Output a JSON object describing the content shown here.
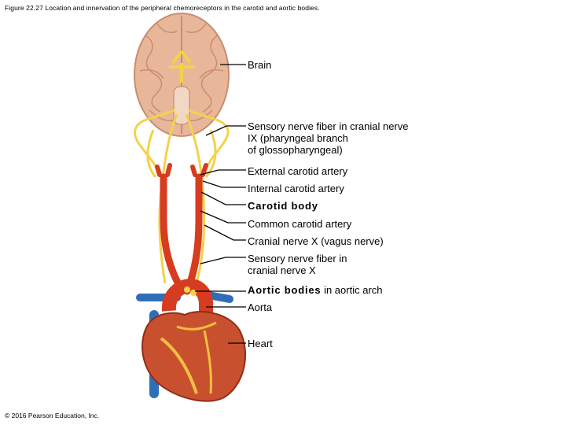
{
  "figure": {
    "caption": "Figure 22.27 Location and innervation of the peripheral chemoreceptors in the carotid and aortic bodies.",
    "copyright": "© 2016 Pearson Education, Inc."
  },
  "labels": {
    "brain": "Brain",
    "sensory_ix_line1": "Sensory nerve fiber in cranial nerve",
    "sensory_ix_line2": "IX (pharyngeal branch",
    "sensory_ix_line3": "of glossopharyngeal)",
    "external_carotid": "External carotid artery",
    "internal_carotid": "Internal carotid artery",
    "carotid_body": "Carotid body",
    "common_carotid": "Common carotid artery",
    "vagus": "Cranial nerve X (vagus nerve)",
    "sensory_x_line1": "Sensory nerve fiber in",
    "sensory_x_line2": "cranial nerve X",
    "aortic_bodies_bold": "Aortic bodies",
    "aortic_bodies_rest": " in aortic arch",
    "aorta": "Aorta",
    "heart": "Heart"
  },
  "colors": {
    "brain": "#e8b79a",
    "brain_stroke": "#c98c70",
    "nerve": "#f3d24a",
    "artery": "#d63c1f",
    "vein": "#2f6fb5",
    "heart": "#c9502f",
    "fat": "#f0c040",
    "leader": "#000000"
  }
}
